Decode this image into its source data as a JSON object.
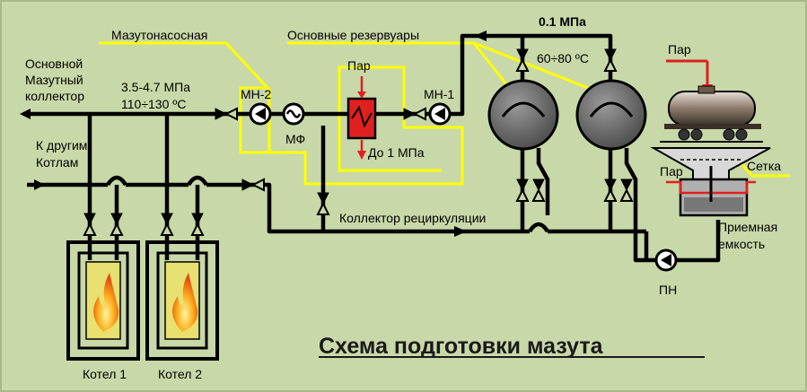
{
  "title": "Схема подготовки мазута",
  "labels": {
    "main_collector_1": "Основной",
    "main_collector_2": "Мазутный",
    "main_collector_3": "коллектор",
    "to_boilers_1": "К другим",
    "to_boilers_2": "Котлам",
    "pressure_main": "3.5-4.7 МПа",
    "temp_main": "110÷130 ºС",
    "pump_station": "Мазутонасосная",
    "main_tanks": "Основные резервуары",
    "pressure_tanks": "0.1 МПа",
    "temp_tanks": "60÷80 ºС",
    "steam_heater": "Пар",
    "pressure_heater": "До 1 МПа",
    "pump_mn2": "МН-2",
    "filter_mf": "МФ",
    "pump_mn1": "МН-1",
    "recirc_collector": "Коллектор рециркуляции",
    "steam_tank_car": "Пар",
    "steam_receiver": "Пар",
    "grid": "Сетка",
    "receiver_1": "Приемная",
    "receiver_2": "емкость",
    "pump_pn": "ПН",
    "boiler_1": "Котел 1",
    "boiler_2": "Котел 2"
  },
  "colors": {
    "background": "#c8d8a8",
    "pipe": "#000000",
    "highlight": "#ffff00",
    "steam": "#e02020",
    "tank": "#6e6e6e",
    "furnace": "#e8e070"
  }
}
